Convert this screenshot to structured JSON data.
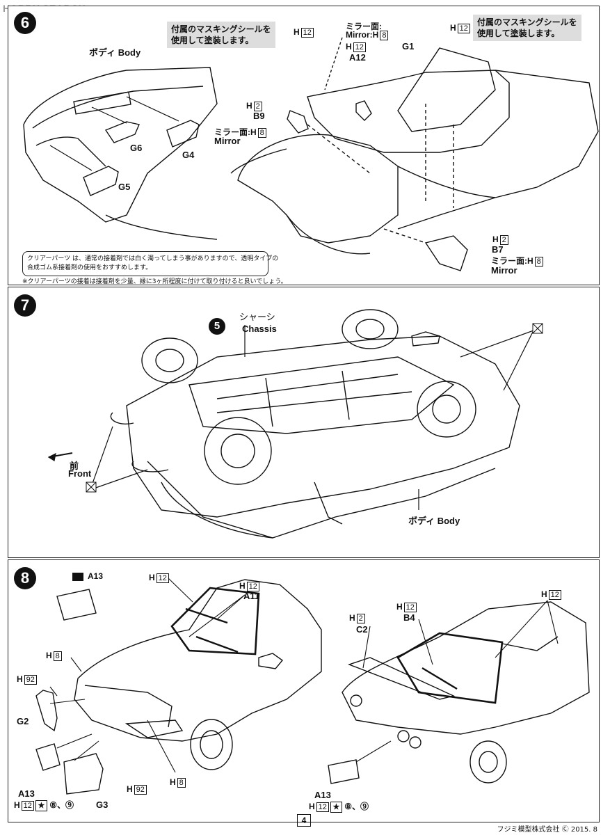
{
  "watermark": "HOBBY SEARCH",
  "step6": {
    "num": "6",
    "masking_note_1": "付属のマスキングシールを\n使用して塗装します。",
    "masking_note_2": "付属のマスキングシールを\n使用して塗装します。",
    "body_label": "ボディ Body",
    "g6": "G6",
    "g4": "G4",
    "g5": "G5",
    "g1": "G1",
    "a12": "A12",
    "a12_code": "12",
    "mirror_face_top": "ミラー面:",
    "mirror_top_word": "Mirror:",
    "mirror_top_code": "8",
    "h12_top_left": "12",
    "h12_top_right": "12",
    "b9": "B9",
    "b9_code": "2",
    "mirror_left": "ミラー面:",
    "mirror_left_code": "8",
    "mirror_left_word": "Mirror",
    "b7": "B7",
    "b7_code": "2",
    "mirror_right": "ミラー面:",
    "mirror_right_code": "8",
    "mirror_right_word": "Mirror",
    "h_prefix": "H",
    "clear_parts_note": "クリアーパーツ は、通常の接着剤では白く濁ってしまう事がありますので、透明タイプの\n合成ゴム系接着剤の使用をおすすめします。",
    "clear_parts_foot": "※クリアーパーツの接着は接着剤を少量、縁に3ヶ所程度に付けて取り付けると良いでしょう。"
  },
  "step7": {
    "num": "7",
    "sub": "5",
    "chassis_jp": "シャーシ",
    "chassis_en": "Chassis",
    "front_jp": "前",
    "front_en": "Front",
    "body": "ボディ Body"
  },
  "step8": {
    "num": "8",
    "a13_top": "A13",
    "h12_a": "12",
    "h12_b": "12",
    "a11": "A11",
    "h8_a": "8",
    "h92_a": "92",
    "g2": "G2",
    "a13_bl": "A13",
    "h12_bl": "12",
    "paint_bl": "⑧、⑨",
    "h92_b": "92",
    "g3": "G3",
    "h8_b": "8",
    "h2": "2",
    "c2": "C2",
    "h12_c": "12",
    "b4": "B4",
    "h12_d": "12",
    "a13_br": "A13",
    "h12_br": "12",
    "paint_br": "⑧、⑨",
    "h_prefix": "H"
  },
  "footer": {
    "page": "4",
    "maker": "フジミ模型株式会社 Ⓒ 2015. 8"
  }
}
